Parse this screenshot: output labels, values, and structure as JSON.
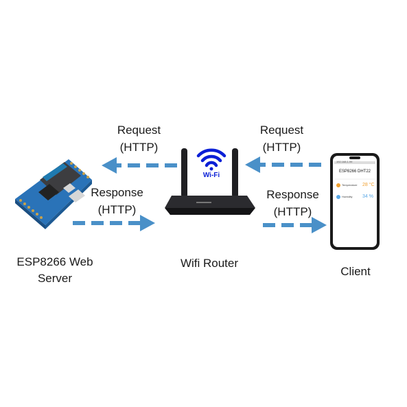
{
  "nodes": {
    "server": {
      "label_line1": "ESP8266 Web",
      "label_line2": "Server"
    },
    "router": {
      "label": "Wifi Router",
      "wifi_badge": "Wi-Fi"
    },
    "client": {
      "label": "Client"
    }
  },
  "flows": {
    "left_request": {
      "line1": "Request",
      "line2": "(HTTP)"
    },
    "left_response": {
      "line1": "Response",
      "line2": "(HTTP)"
    },
    "right_request": {
      "line1": "Request",
      "line2": "(HTTP)"
    },
    "right_response": {
      "line1": "Response",
      "line2": "(HTTP)"
    }
  },
  "phone_screen": {
    "url": "192.168.1.99",
    "title": "ESP8266 DHT22",
    "rows": [
      {
        "label": "Temperature",
        "value": "28 °C"
      },
      {
        "label": "Humidity",
        "value": "34 %"
      }
    ]
  },
  "colors": {
    "arrow": "#4a90c8",
    "wifi": "#0a1fd6",
    "board": "#2a73b8",
    "router": "#1f1f22",
    "temp_value": "#f0a030",
    "humid_value": "#5aa8e6"
  }
}
